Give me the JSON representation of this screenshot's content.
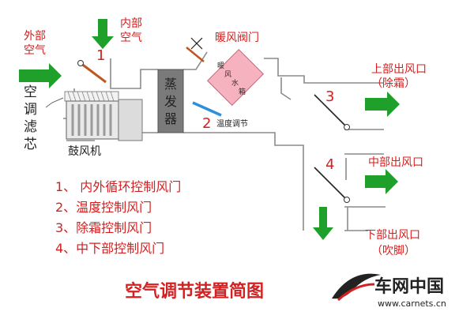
{
  "colors": {
    "label_red": "#d42020",
    "arrow_green": "#1fa02a",
    "evaporator_gray": "#7a7a7a",
    "heater_pink": "#f6b2bf",
    "damper_brown": "#c0561e",
    "damper_blue": "#2f8fd8"
  },
  "labels": {
    "outside_air": [
      "外部",
      "空气"
    ],
    "inside_air": [
      "内部",
      "空气"
    ],
    "filter": [
      "空",
      "调",
      "滤",
      "芯"
    ],
    "blower": "鼓风机",
    "evaporator": [
      "蒸",
      "发",
      "器"
    ],
    "heater_valve": "暖风阀门",
    "heater_core": [
      "暖",
      "风",
      "水",
      "箱"
    ],
    "temp_adjust": "温度调节",
    "upper_outlet": "上部出风口",
    "upper_outlet_note": "（除霜）",
    "middle_outlet": "中部出风口",
    "lower_outlet": "下部出风口",
    "lower_outlet_note": "（吹脚）"
  },
  "damper_numbers": [
    "1",
    "2",
    "3",
    "4"
  ],
  "legend": [
    "1、 内外循环控制风门",
    "2、温度控制风门",
    "3、除霜控制风门",
    "4、中下部控制风门"
  ],
  "title": "空气调节装置简图",
  "watermark": {
    "brand": "车网中国",
    "url": "www.carnets.cn"
  }
}
